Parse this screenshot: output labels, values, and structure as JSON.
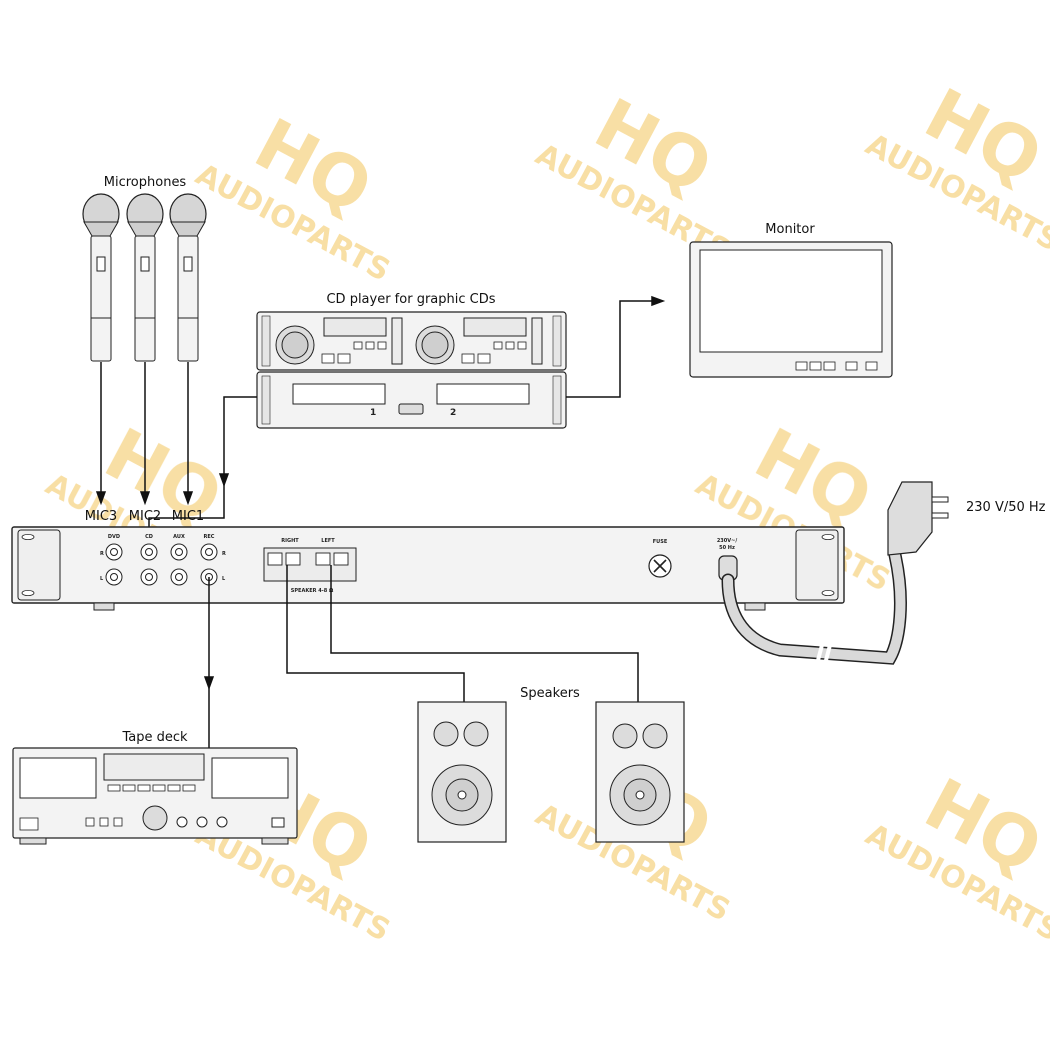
{
  "labels": {
    "microphones": "Microphones",
    "cd_player": "CD player for graphic CDs",
    "monitor": "Monitor",
    "mic3": "MIC3",
    "mic2": "MIC2",
    "mic1": "MIC1",
    "power": "230 V/50 Hz",
    "speakers": "Speakers",
    "tape_deck": "Tape deck"
  },
  "panel": {
    "dvd": "DVD",
    "cd": "CD",
    "aux": "AUX",
    "rec": "REC",
    "r": "R",
    "l": "L",
    "right": "RIGHT",
    "left": "LEFT",
    "speaker": "SPEAKER 4-8 Ω",
    "fuse": "FUSE",
    "mains": "230V~/",
    "mains_hz": "50 Hz"
  },
  "cd_player_panel": {
    "deck1": "1",
    "deck2": "2"
  },
  "watermark": {
    "hq": "HQ",
    "audioparts": "AUDIOPARTS"
  },
  "colors": {
    "line": "#111111",
    "device_fill": "#f3f3f3",
    "watermark": "#f3c55c"
  }
}
